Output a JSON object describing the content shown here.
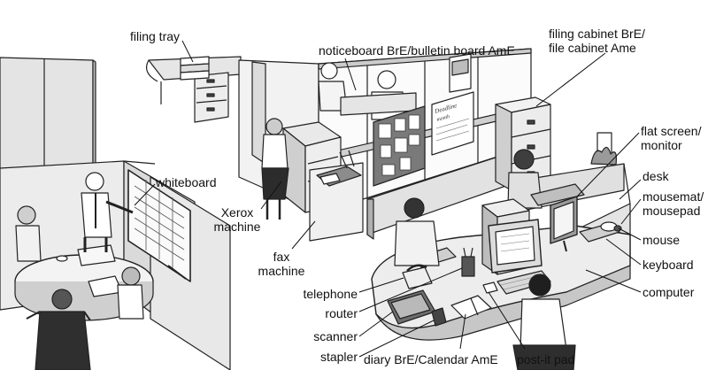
{
  "labels": {
    "filing_tray": "filing tray",
    "noticeboard": "noticeboard BrE/bulletin board AmE",
    "filing_cabinet_1": "filing cabinet BrE/",
    "filing_cabinet_2": "file cabinet Ame",
    "whiteboard": "whiteboard",
    "xerox_1": "Xerox",
    "xerox_2": "machine",
    "fax_1": "fax",
    "fax_2": "machine",
    "flat_screen_1": "flat screen/",
    "flat_screen_2": "monitor",
    "desk": "desk",
    "mousemat_1": "mousemat/",
    "mousemat_2": "mousepad",
    "mouse": "mouse",
    "keyboard": "keyboard",
    "computer": "computer",
    "telephone": "telephone",
    "router": "router",
    "scanner": "scanner",
    "stapler": "stapler",
    "diary": "diary BrE/Calendar AmE",
    "postit": "post-it pad",
    "wb_heading": "Deadline",
    "wb_subheading": "month"
  },
  "colors": {
    "ink": "#111111",
    "paper": "#ffffff",
    "shade": "#d9d9d9",
    "mid": "#9a9a9a",
    "dark": "#3a3a3a"
  }
}
